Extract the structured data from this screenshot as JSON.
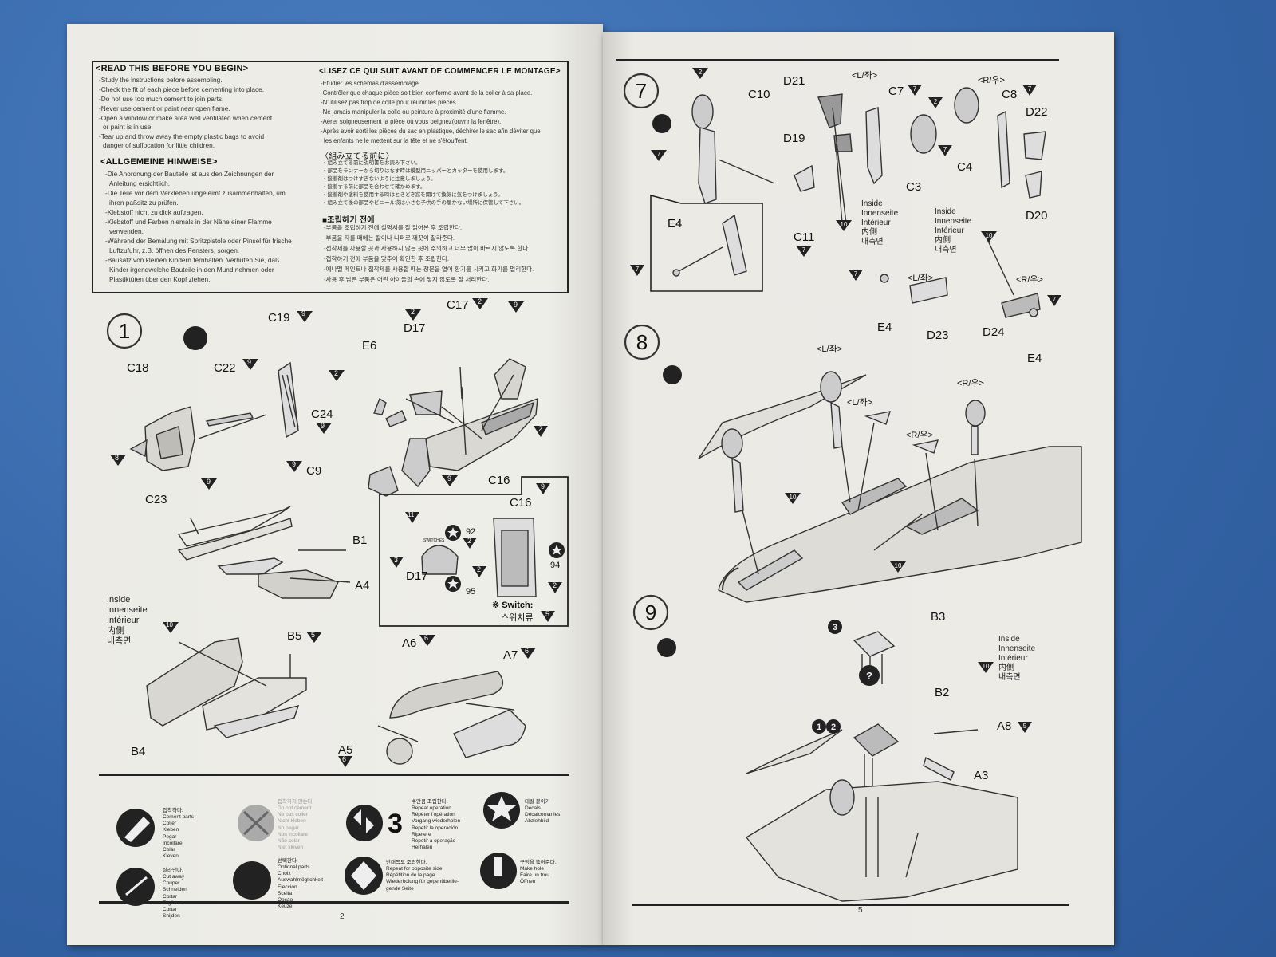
{
  "read_before": {
    "en_title": "<READ THIS BEFORE YOU BEGIN>",
    "en_lines": [
      "-Study the instructions before assembling.",
      "-Check the fit of each piece before cementing into place.",
      "-Do not use too much cement to join parts.",
      "-Never use cement or paint near open flame.",
      "-Open a window or make area well ventilated when cement",
      "or paint is in use.",
      "-Tear up and throw away the empty plastic bags to avoid",
      "danger of suffocation for little children."
    ],
    "de_title": "<ALLGEMEINE HINWEISE>",
    "de_lines": [
      "-Die Anordnung der Bauteile ist aus den Zeichnungen der",
      "Anleitung ersichtlich.",
      "-Die Teile vor dem Verkleben ungeleimt zusammenhalten, um",
      "ihren paßsitz zu prüfen.",
      "-Klebstoff nicht zu dick auftragen.",
      "-Klebstoff und Farben niemals in der Nähe einer Flamme",
      "verwenden.",
      "-Während der Bemalung mit Spritzpistole oder Pinsel für frische",
      "Luftzufuhr, z.B. öffnen des Fensters, sorgen.",
      "-Bausatz von kleinen Kindern fernhalten. Verhüten Sie, daß",
      "Kinder irgendwelche Bauteile in den Mund nehmen oder",
      "Plastiktüten über den Kopf ziehen."
    ],
    "fr_title": "<LISEZ CE QUI SUIT AVANT DE COMMENCER LE MONTAGE>",
    "fr_lines": [
      "-Etudier les schémas d'assemblage.",
      "-Contrôler que chaque pièce soit bien conforme avant de la coller à sa place.",
      "-N'utilisez pas trop de colle pour réunir les pièces.",
      "-Ne jamais manipuler la colle ou peinture à proximité d'une flamme.",
      "-Aérer soigneusement la pièce où vous peignez(ouvrir la fenêtre).",
      "-Après avoir sorti les pièces du sac en plastique, déchirer le sac afin déviter que",
      "les enfants ne le mettent sur la tête et ne s'étouffent."
    ],
    "jp_title": "〈組み立てる前に〉",
    "jp_lines": [
      "・組み立てる前に説明書をお読み下さい。",
      "・部品をランナーから切りはなす時は模型用ニッパーとカッターを使用します。",
      "・接着剤はつけすぎないように注意しましょう。",
      "・接着する前に部品を合わせて確かめます。",
      "・接着剤や塗料を使用する時はときどき窓を開けて換気に気をつけましょう。",
      "・組み立て後の部品やビニール袋は小さな子供の手の届かない場所に保管して下さい。"
    ],
    "kr_title": "■조립하기 전에",
    "kr_lines": [
      "-부품을 조립하기 전에 설명서를 잘 읽어본 후 조립한다.",
      "-부품을 자를 때에는 칼이나 니퍼로 깨끗이 잘라준다.",
      "-접착제를 사용할 곳과 사용하지 않는 곳에 주의하고 너무 많이 바르지 않도록 한다.",
      "-접착하기 전에 부품을 맞추어 확인한 후 조립한다.",
      "-에나멜 페인트나 접착제를 사용할 때는 창문을 열어 환기를 시키고 화기를 멀리한다.",
      "-사용 후 남은 부품은 어린 아이들의 손에 닿지 않도록 잘 처리한다."
    ]
  },
  "step1": {
    "number": "1",
    "parts": {
      "c19": "C19",
      "c19_n": "9",
      "c18": "C18",
      "c22": "C22",
      "c22_n": "9",
      "e6": "E6",
      "d17": "D17",
      "d17_n": "2",
      "c17": "C17",
      "c17_n1": "2",
      "c17_n2": "9",
      "c24": "C24",
      "c24_n": "9",
      "c9": "C9",
      "c9_n": "9",
      "c16": "C16",
      "c23": "C23",
      "n8": "8",
      "n9a": "9",
      "n2a": "2",
      "n2b": "2",
      "n9b": "9",
      "b1": "B1",
      "a4": "A4"
    },
    "inset": {
      "c16": "C16",
      "c16_n": "9",
      "d17": "D17",
      "n11": "11",
      "n2": "2",
      "n3": "3",
      "n2b": "2",
      "n2c": "2",
      "decal92": "92",
      "decal94": "94",
      "decal95": "95",
      "panel_text": "SWITCHES",
      "switch_label": "※ Switch:",
      "switch_kr": "스위치류",
      "switch_n": "5"
    }
  },
  "inside_labels": {
    "en": "Inside",
    "de": "Innenseite",
    "fr": "Intérieur",
    "jp": "内側",
    "kr": "내측면"
  },
  "step_lower_left": {
    "n10": "10",
    "b5": "B5",
    "b5_n": "5",
    "b4": "B4",
    "a6": "A6",
    "a6_n": "6",
    "a7": "A7",
    "a7_n": "6",
    "a5": "A5",
    "a5_n": "6"
  },
  "legend": {
    "cement": [
      "접착하다.",
      "Cement parts",
      "Coller",
      "Kleben",
      "Pegar",
      "Incollare",
      "Colar",
      "Kleven"
    ],
    "no_cement": [
      "접착하지 않는다",
      "Do not cement",
      "Ne pas coller",
      "Nicht kleben",
      "No pegar",
      "Non incollare",
      "Não colar",
      "Niet kleven"
    ],
    "repeat_number": "3",
    "repeat": [
      "수만큼 조립한다.",
      "Repeat operation",
      "Répéter l'opération",
      "Vorgang wiederholen",
      "Repetir la operación",
      "Ripetere",
      "Repetir a operação",
      "Herhalen"
    ],
    "decals": [
      "데칼 붙이기",
      "Decals",
      "Décalcomanies",
      "Abziehbild"
    ],
    "cut": [
      "잘라낸다.",
      "Cut away",
      "Couper",
      "Schneiden",
      "Cortar",
      "Tagliare",
      "Cortar",
      "Snijden"
    ],
    "optional": [
      "선택한다.",
      "Optional parts",
      "Choix",
      "Auswahlmöglichkeit",
      "Elección",
      "Scelta",
      "Opcao",
      "Keuze"
    ],
    "opposite": [
      "반대쪽도 조립한다.",
      "Repeat for opposite side",
      "Répétition de la page",
      "Wiederholung für gegenüberlie-",
      "gende Seite"
    ],
    "make_hole": [
      "구멍을 뚫어준다.",
      "Make hole",
      "Faire un trou",
      "Öffnen"
    ]
  },
  "page_numbers": {
    "left": "2",
    "right": "5"
  },
  "step7": {
    "number": "7",
    "l_label": "<L/좌>",
    "r_label": "<R/우>",
    "parts": {
      "c10": "C10",
      "d21": "D21",
      "c7": "C7",
      "c8": "C8",
      "d22": "D22",
      "d19": "D19",
      "c3": "C3",
      "c4": "C4",
      "d20": "D20",
      "c11": "C11",
      "e4": "E4",
      "n2a": "2",
      "n7a": "7",
      "n7b": "7",
      "n2b": "2",
      "n7c": "7",
      "n7d": "7",
      "n7e": "7",
      "n7f": "7",
      "n10a": "10",
      "n7g": "7"
    },
    "l2": "<L/좌>",
    "r2": "<R/우>",
    "sub": {
      "e4a": "E4",
      "d23": "D23",
      "d24": "D24",
      "e4b": "E4",
      "n7a": "7",
      "n10": "10",
      "n7b": "7"
    }
  },
  "step8": {
    "number": "8",
    "l_label": "<L/좌>",
    "l_label2": "<L/좌>",
    "r_label": "<R/우>",
    "r_label2": "<R/우>",
    "n10a": "10",
    "n10b": "10"
  },
  "step9": {
    "number": "9",
    "b3": "B3",
    "b3_n": "3",
    "b2": "B2",
    "b2_n1": "1",
    "b2_n2": "2",
    "a8": "A8",
    "a8_n": "5",
    "a3": "A3",
    "n10": "10",
    "question": "?"
  }
}
